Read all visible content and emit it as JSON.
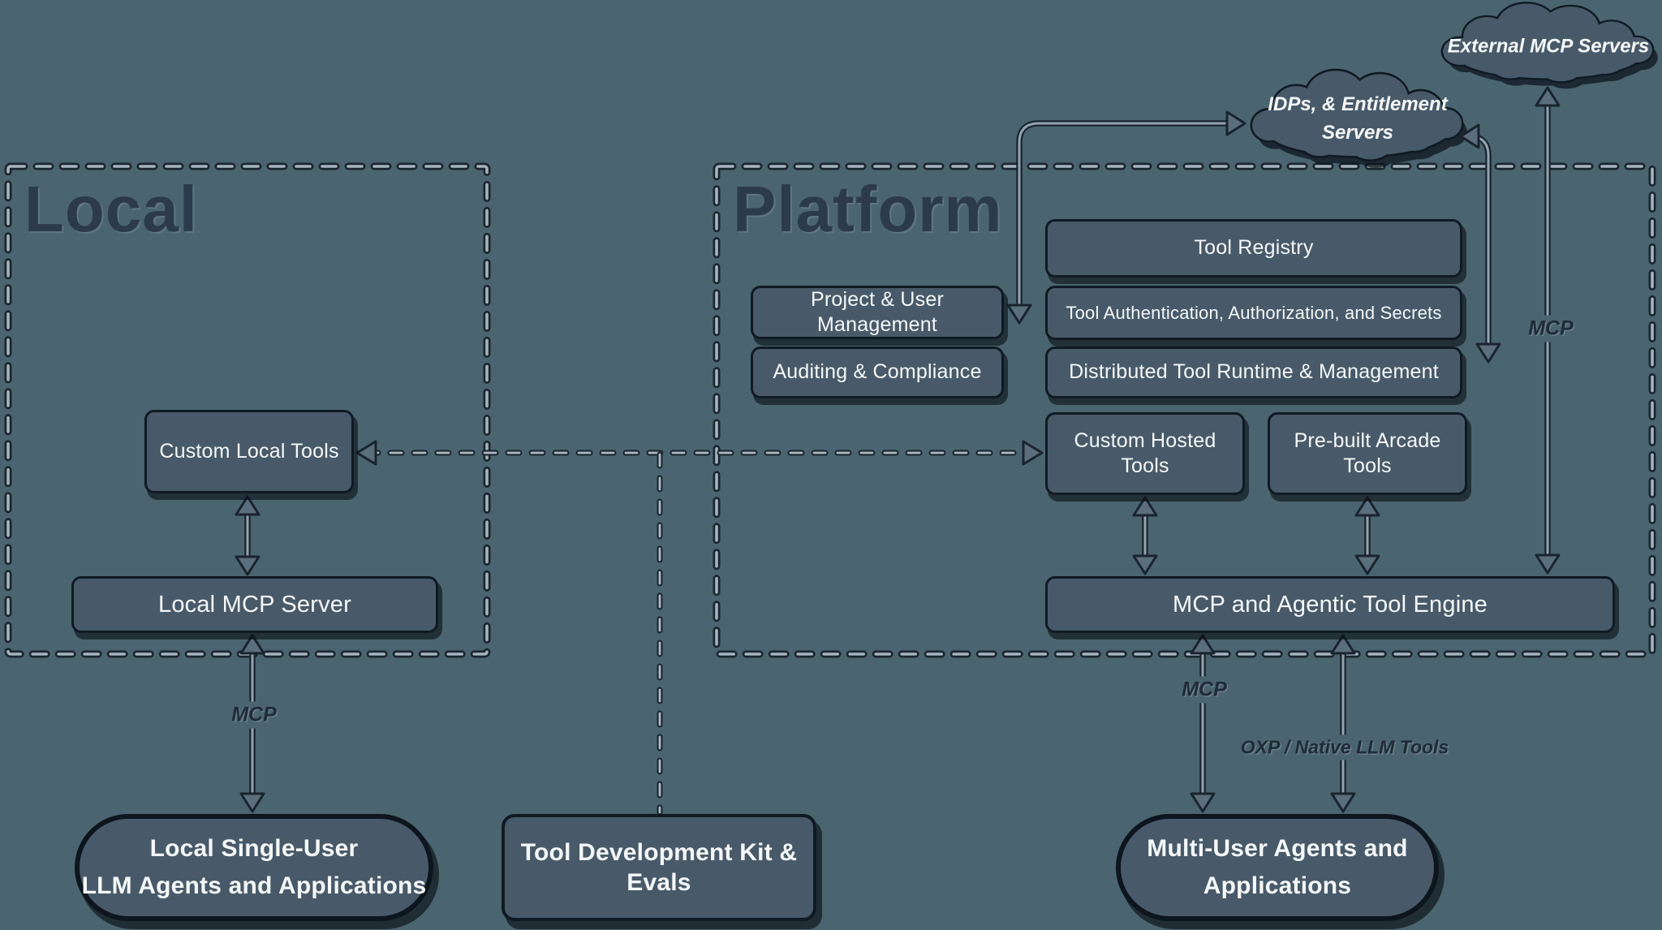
{
  "diagram": {
    "background_color": "#4a656f",
    "node_fill_color": "#485a69",
    "node_border_color": "#101a24",
    "text_light_color": "#f4f7f8",
    "text_dark_color": "#2c3b4c",
    "line_light_color": "#93a4af",
    "line_dark_color": "#19242f"
  },
  "containers": [
    {
      "title": "Local"
    },
    {
      "title": "Platform"
    }
  ],
  "clouds": [
    {
      "label": "External MCP Servers"
    },
    {
      "lines": [
        "IDPs, & Entitlement",
        "Servers"
      ]
    }
  ],
  "boxes": {
    "tool_registry": "Tool Registry",
    "project_user": "Project & User Management",
    "tool_auth": "Tool Authentication, Authorization, and Secrets",
    "auditing": "Auditing & Compliance",
    "distributed": "Distributed Tool Runtime & Management",
    "custom_hosted": "Custom Hosted Tools",
    "prebuilt": "Pre-built Arcade Tools",
    "engine": "MCP and Agentic Tool Engine",
    "custom_local": "Custom Local Tools",
    "local_mcp": "Local MCP Server",
    "tdk": "Tool Development Kit & Evals"
  },
  "pills": {
    "local_agents": {
      "lines": [
        "Local Single-User",
        "LLM Agents and Applications"
      ]
    },
    "multi_user": {
      "lines": [
        "Multi-User Agents and",
        "Applications"
      ]
    }
  },
  "edge_labels": {
    "local_mcp": "MCP",
    "engine_mcp": "MCP",
    "external_mcp": "MCP",
    "oxp": "OXP / Native LLM Tools"
  }
}
